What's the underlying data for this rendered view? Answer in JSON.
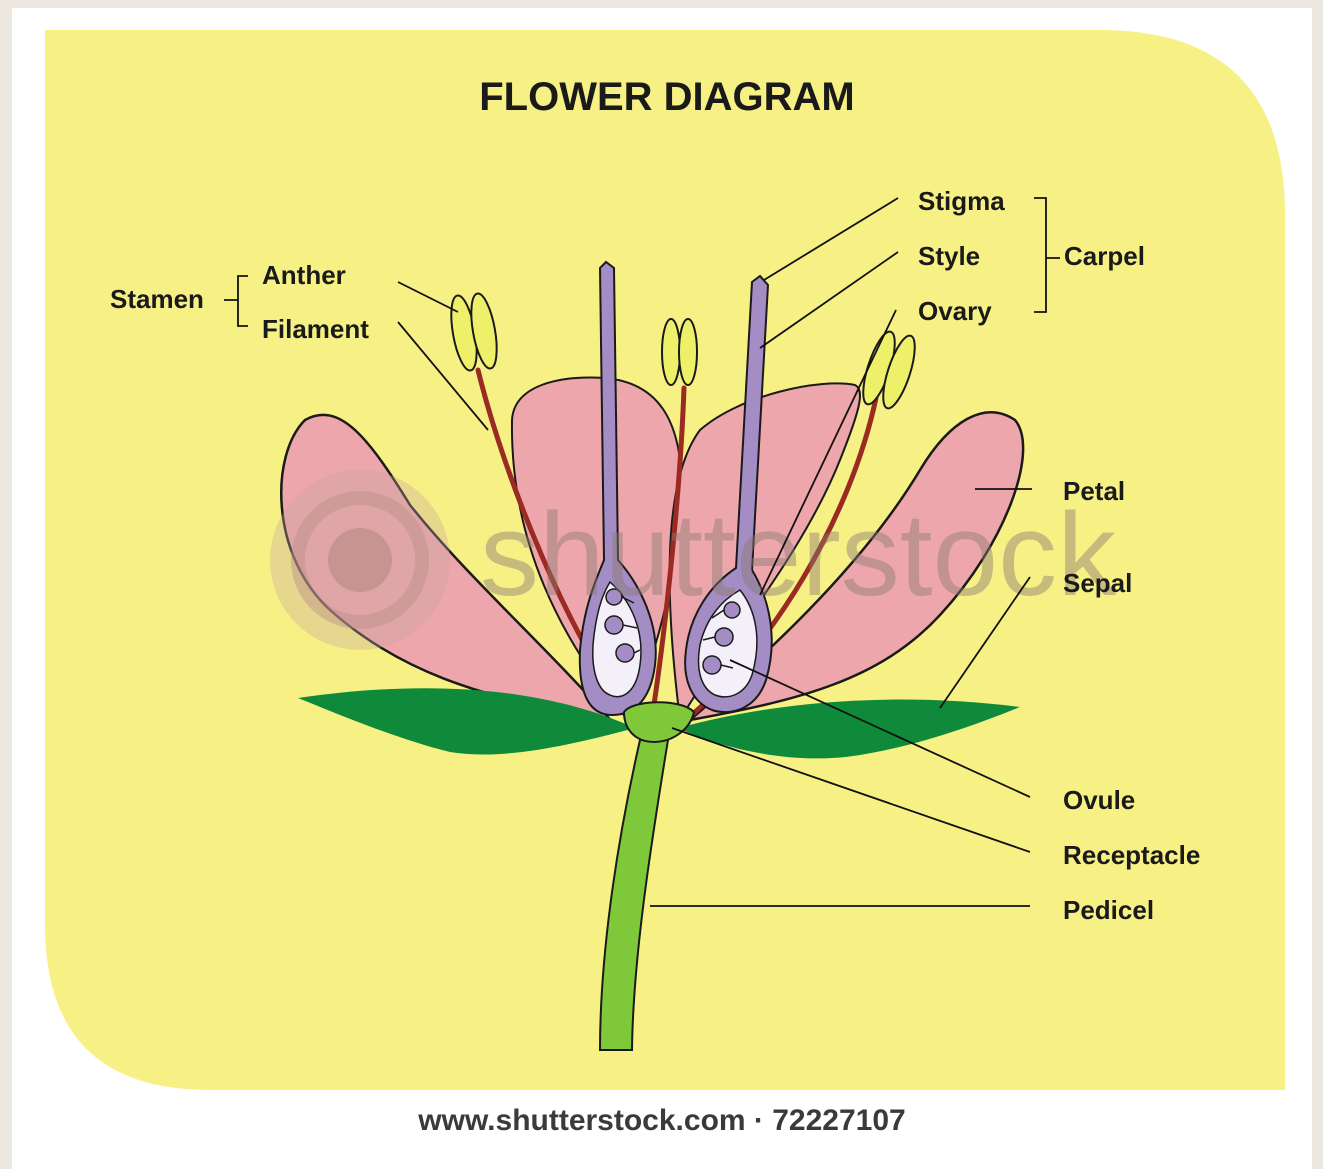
{
  "title": "FLOWER DIAGRAM",
  "labels": {
    "stamen": "Stamen",
    "anther": "Anther",
    "filament": "Filament",
    "stigma": "Stigma",
    "style": "Style",
    "ovary": "Ovary",
    "carpel": "Carpel",
    "petal": "Petal",
    "sepal": "Sepal",
    "ovule": "Ovule",
    "receptacle": "Receptacle",
    "pedicel": "Pedicel"
  },
  "watermark": {
    "text": "shutterstock",
    "footer": "www.shutterstock.com · 72227107"
  },
  "colors": {
    "background_panel": "#f7f185",
    "petal": "#eda6ab",
    "sepal": "#0f8a3a",
    "stem": "#7ec83a",
    "anther": "#eef06a",
    "filament": "#9b2a22",
    "carpel": "#a48cc4",
    "ovary_inner": "#f4f0fa",
    "ovule": "#a48cc4"
  }
}
